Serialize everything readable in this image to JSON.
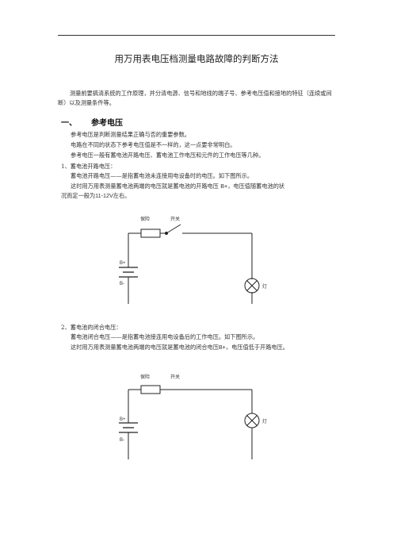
{
  "doc": {
    "title": "用万用表电压档测量电路故障的判断方法",
    "intro": "测量前要搞清系统的工作原理，并分清电源、信号和地线的端子号、参考电压值和接地的特征（连续或间断）以及测量条件等。",
    "section1": {
      "num": "一、",
      "title": "参考电压"
    },
    "section1_lines": [
      "参考电压是判断测量结果正确与否的重要参数。",
      "电路在不同的状态下参考电压值是不一样的，这一点要非常明白。",
      "参考电压一般有蓄电池开路电压、蓄电池工作电压和元件的工作电压等几种。"
    ],
    "item1": {
      "title": "1、蓄电池开路电压：",
      "line1": "蓄电池开路电压——是指蓄电池未连接用电设备时的电压。如下图所示。",
      "line2_a": "这时用万用表测量蓄电池两端的电压就是蓄电池的开路电压",
      "line2_b": "B+",
      "line2_c": "，电压值随蓄电池的状",
      "line3_a": "况而定一般为",
      "line3_b": "11-12V",
      "line3_c": "左右。"
    },
    "item2": {
      "title": "2、蓄电池的闭合电压：",
      "line1": "蓄电池闭合电压——是指蓄电池接连用电设备后的工作电压。如下图所示。",
      "line2_a": "这时用万用表测量蓄电池两端的电压就是蓄电池的闭合电压",
      "line2_b": "B+",
      "line2_c": "，电压值低于开路电压。"
    },
    "circuit1": {
      "fuse_label": "保险",
      "switch_label": "开关",
      "lamp_label": "灯",
      "bplus": "B+",
      "bminus": "B-"
    },
    "circuit2": {
      "fuse_label": "保险",
      "switch_label": "开关",
      "lamp_label": "灯",
      "bplus": "B+",
      "bminus": "B-"
    }
  }
}
